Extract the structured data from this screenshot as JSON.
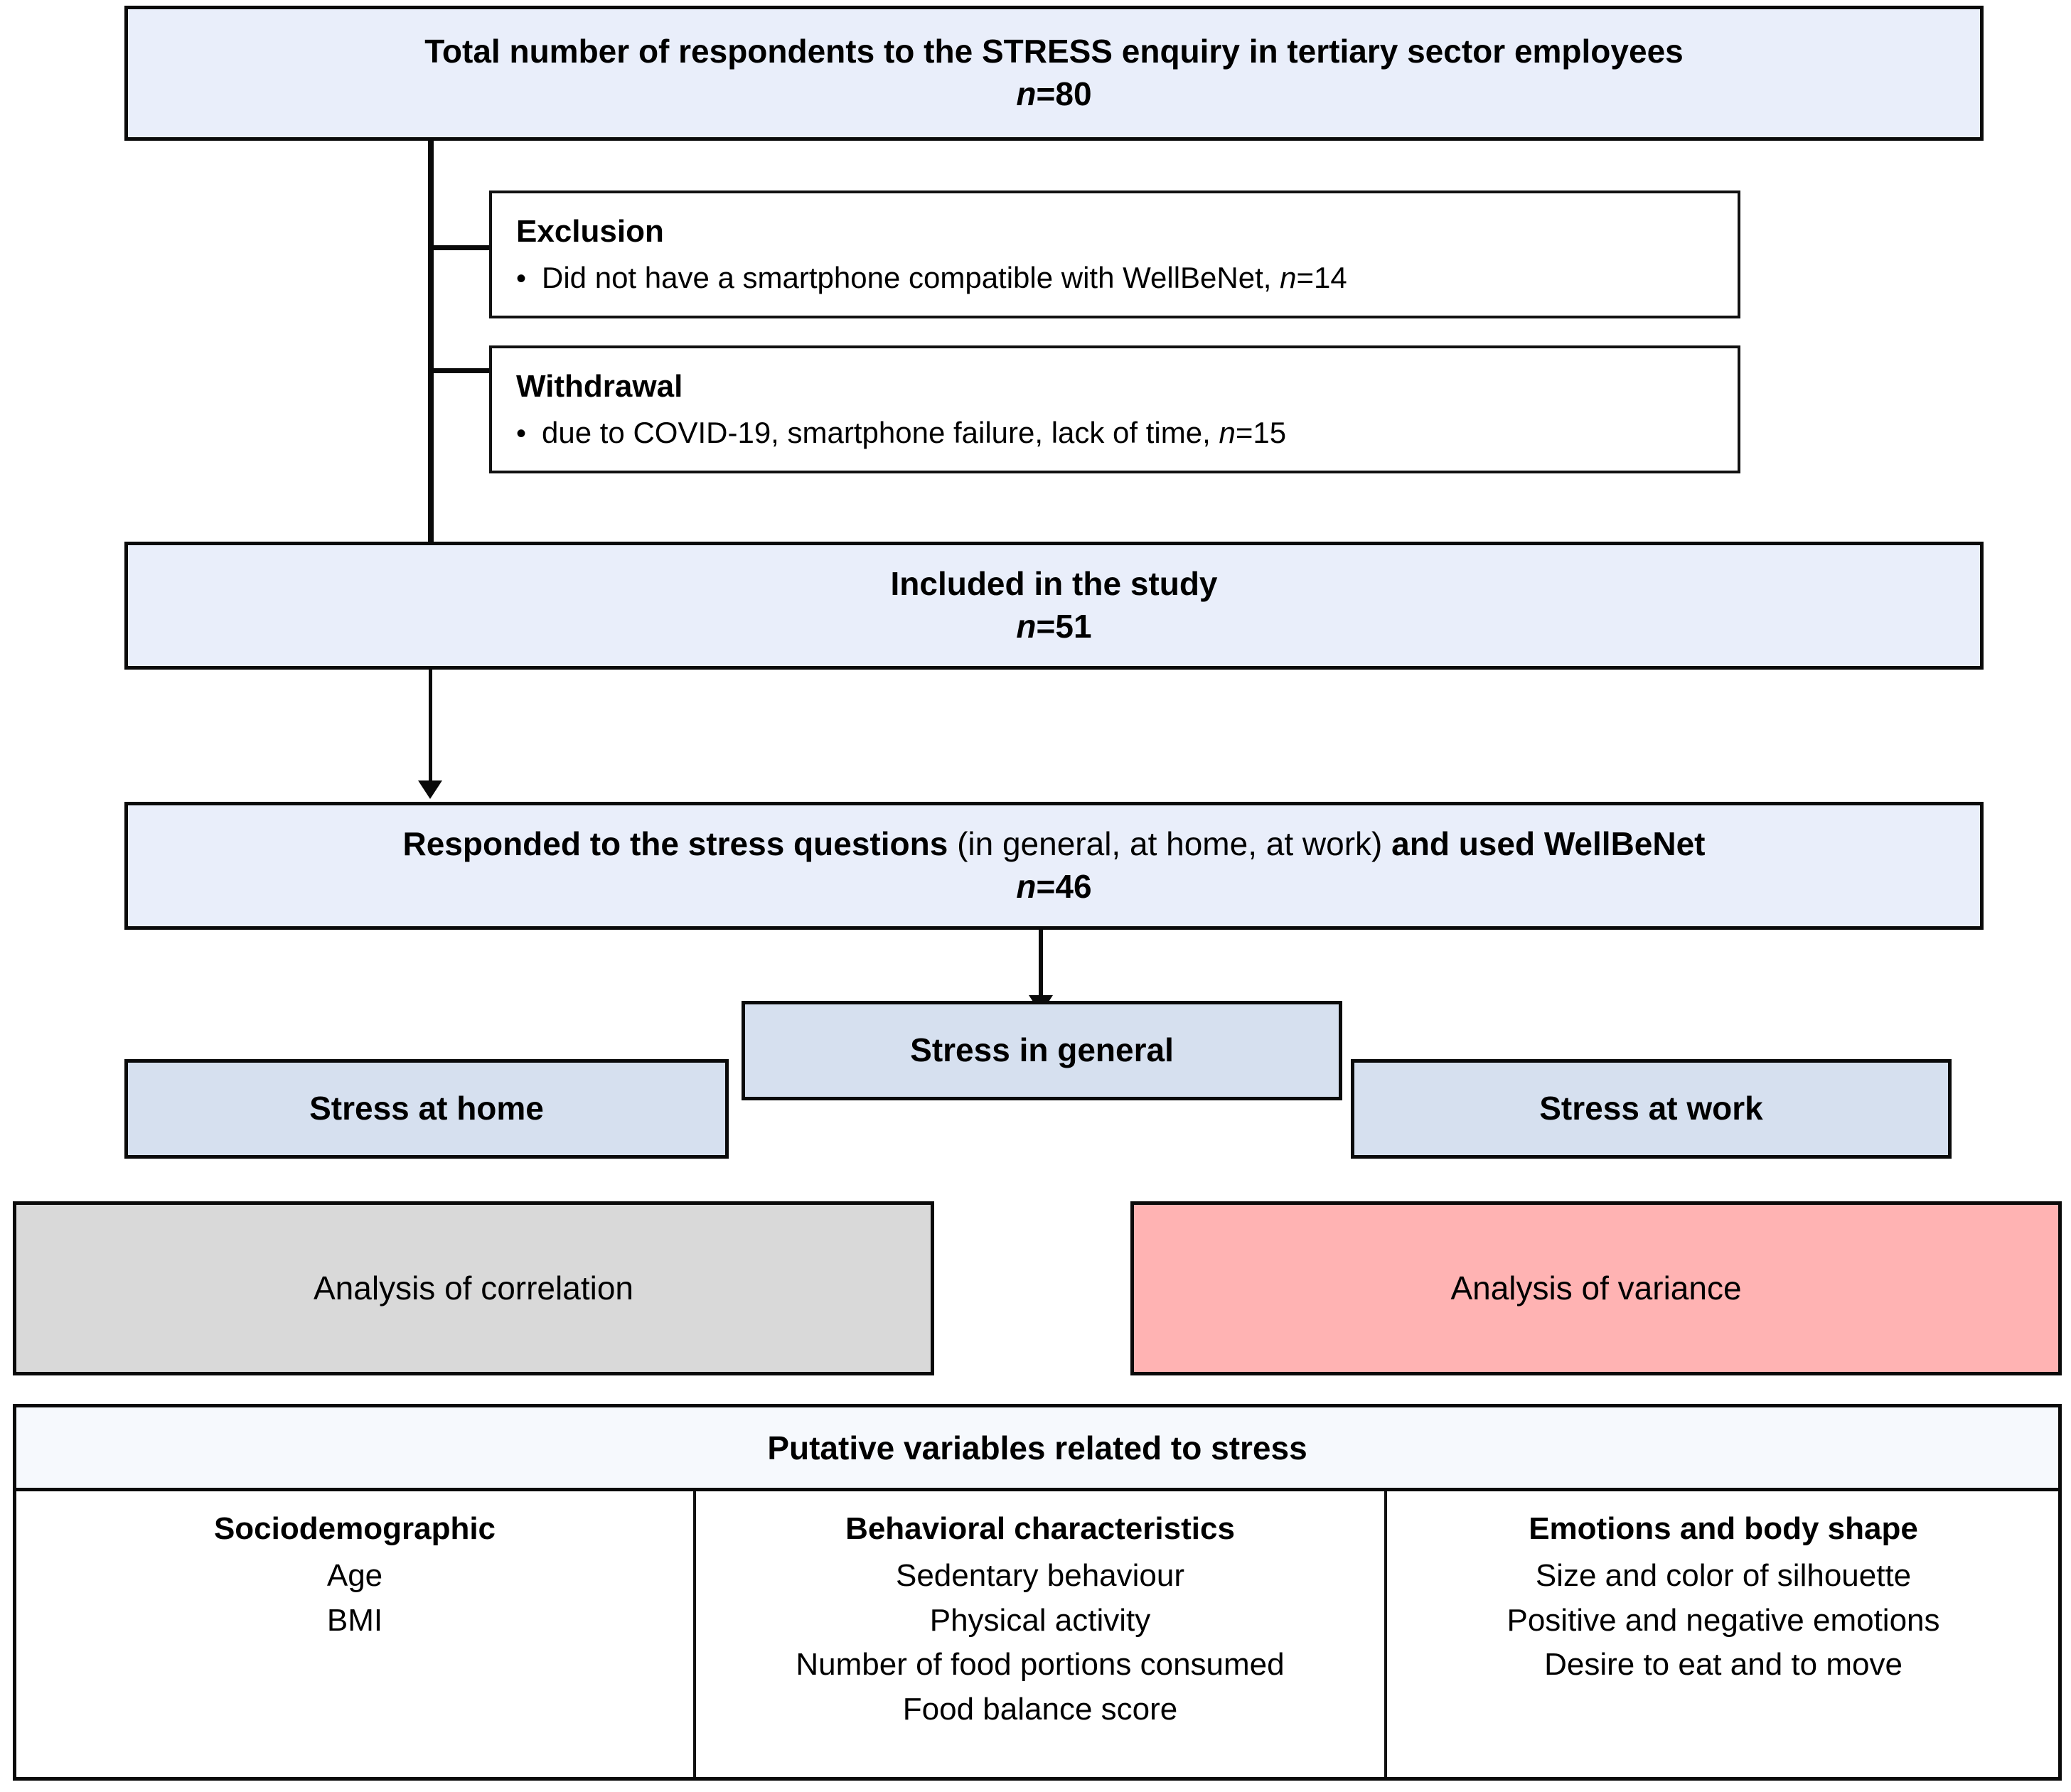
{
  "flowchart": {
    "title_top": {
      "line1": "Total number of respondents to the STRESS enquiry  in tertiary sector employees",
      "n_label": "n",
      "n_value": "=80"
    },
    "exclusion": {
      "title": "Exclusion",
      "bullet": "•",
      "item": "Did not have a smartphone compatible with WellBeNet, ",
      "item_n": "n",
      "item_n_value": "=14"
    },
    "withdrawal": {
      "title": "Withdrawal",
      "bullet": "•",
      "item": "due to COVID-19, smartphone failure, lack of time,  ",
      "item_n": "n",
      "item_n_value": "=15"
    },
    "included": {
      "line1": "Included in the study",
      "n_label": "n",
      "n_value": "=51"
    },
    "responded": {
      "part_bold_1": "Responded to the stress questions",
      "part_regular": " (in general, at home, at work) ",
      "part_bold_2": "and used WellBeNet",
      "n_label": "n",
      "n_value": "=46"
    },
    "stress_general": "Stress in general",
    "stress_home": "Stress at home",
    "stress_work": "Stress at work",
    "analysis_correlation": "Analysis of correlation",
    "analysis_variance": "Analysis of variance"
  },
  "variables_table": {
    "header": "Putative variables related to stress",
    "columns": [
      {
        "title": "Sociodemographic",
        "items": [
          "Age",
          "BMI"
        ]
      },
      {
        "title": "Behavioral characteristics",
        "items": [
          "Sedentary behaviour",
          "Physical activity",
          "Number of food  portions consumed",
          "Food balance score"
        ]
      },
      {
        "title": "Emotions and body shape",
        "items": [
          "Size and color of silhouette",
          "Positive and negative emotions",
          "Desire to eat and to move"
        ]
      }
    ]
  },
  "colors": {
    "flow_fill": "#e9eefa",
    "stress_fill": "#d6e0ef",
    "gray_fill": "#d9d9d9",
    "pink_fill": "#ffb3b3",
    "table_header_fill": "#f6f9fd",
    "border": "#0a0a0a"
  }
}
